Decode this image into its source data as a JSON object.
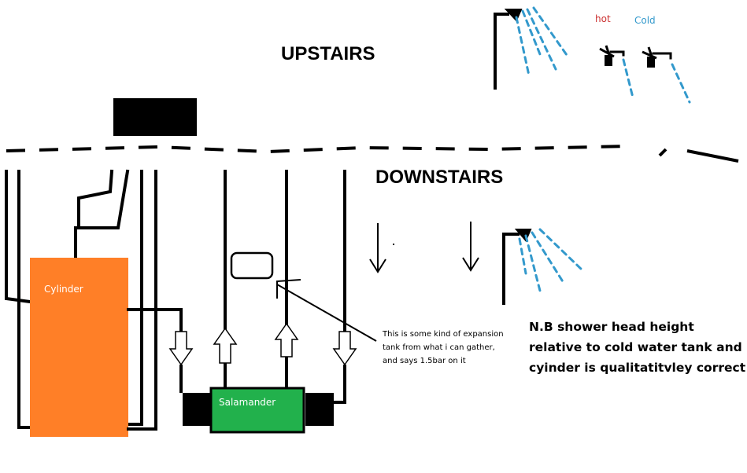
{
  "labels": {
    "upstairs": "UPSTAIRS",
    "downstairs": "DOWNSTAIRS",
    "hot": "hot",
    "cold": "Cold",
    "cylinder": "Cylinder",
    "salamander": "Salamander"
  },
  "annotation": [
    "This is some kind of expansion",
    "tank from what i can gather,",
    "and says 1.5bar on it"
  ],
  "note": [
    "N.B shower head height",
    "relative to cold water tank and",
    "cyinder is qualitatitvley correct"
  ],
  "colors": {
    "cylinder": "#ff7f27",
    "salamander": "#22b14c",
    "water": "#3399cc",
    "hot": "#cc3333",
    "cold": "#3399cc",
    "line": "#000000"
  },
  "icons": [
    "shower-head-icon",
    "tap-icon",
    "arrow-down-icon",
    "arrow-up-icon"
  ]
}
